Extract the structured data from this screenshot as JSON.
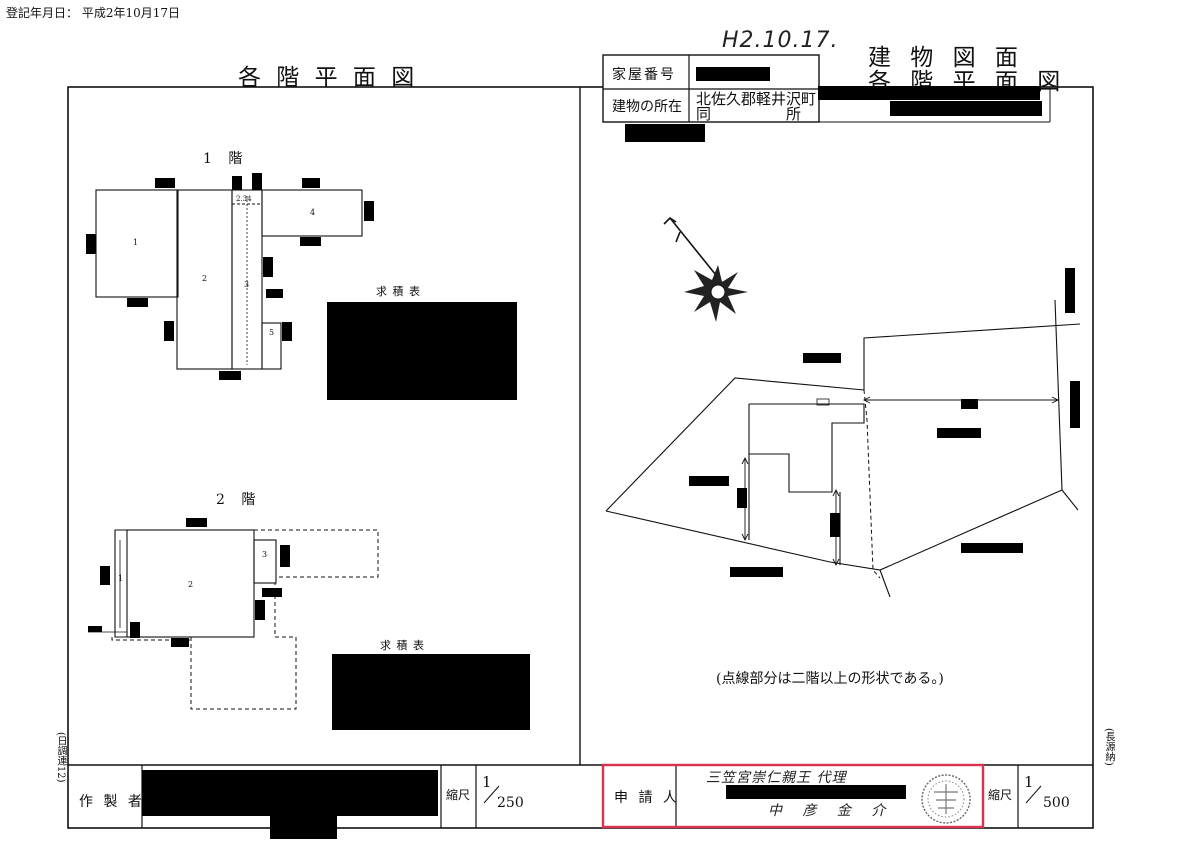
{
  "registration_date": "登記年月日： 平成2年10月17日",
  "handwritten_date": "H2.10.17.",
  "left_title": "各 階 平 面 図",
  "right_title_line1": "建 物 図 面",
  "right_title_line2": "各 階 平 面 図",
  "header_table": {
    "house_number_label": "家屋番号",
    "location_label": "建物の所在",
    "location_line1": "北佐久郡軽井沢町",
    "location_line2_a": "同",
    "location_line2_b": "所"
  },
  "floor1": {
    "title": "1 階",
    "rooms": [
      "1",
      "2",
      "3",
      "4",
      "5"
    ],
    "dimension": "2.34",
    "area_table_title": "求 積 表"
  },
  "floor2": {
    "title": "2 階",
    "rooms": [
      "1",
      "2",
      "3"
    ],
    "area_table_title": "求 積 表"
  },
  "note": "(点線部分は二階以上の形状である。)",
  "footer_left": {
    "maker_label": "作 製 者",
    "scale_label": "縮尺",
    "scale_numerator": "1",
    "scale_denominator": "250"
  },
  "footer_right": {
    "applicant_label": "申 請 人",
    "applicant_handwritten_line1": "三笠宮崇仁親王 代理",
    "applicant_handwritten_line2": "中 彦 金 介",
    "scale_label": "縮尺",
    "scale_numerator": "1",
    "scale_denominator": "500"
  },
  "side_note_left": "(日調連12)",
  "side_note_right": "(長源納)",
  "colors": {
    "ink": "#111111",
    "redaction": "#000000",
    "highlight": "#d9334f"
  }
}
